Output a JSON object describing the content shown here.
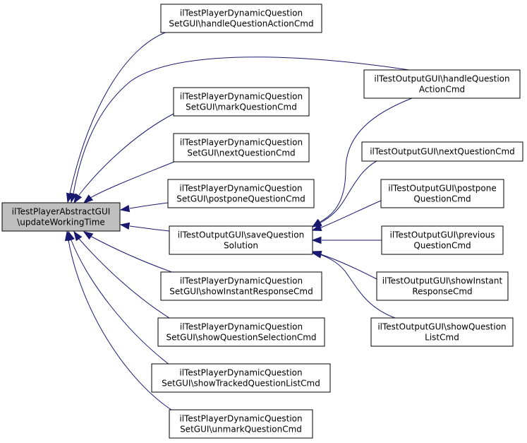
{
  "colors": {
    "edge": "#191970",
    "root_fill": "#bfbfbf",
    "node_fill": "#ffffff",
    "node_stroke": "#000000"
  },
  "nodes": [
    {
      "id": "root",
      "lines": [
        "ilTestPlayerAbstractGUI",
        "\\updateWorkingTime"
      ]
    },
    {
      "id": "dq_handleAction",
      "lines": [
        "ilTestPlayerDynamicQuestion",
        "SetGUI\\handleQuestionActionCmd"
      ]
    },
    {
      "id": "dq_mark",
      "lines": [
        "ilTestPlayerDynamicQuestion",
        "SetGUI\\markQuestionCmd"
      ]
    },
    {
      "id": "dq_next",
      "lines": [
        "ilTestPlayerDynamicQuestion",
        "SetGUI\\nextQuestionCmd"
      ]
    },
    {
      "id": "dq_postpone",
      "lines": [
        "ilTestPlayerDynamicQuestion",
        "SetGUI\\postponeQuestionCmd"
      ]
    },
    {
      "id": "out_save",
      "lines": [
        "ilTestOutputGUI\\saveQuestion",
        "Solution"
      ]
    },
    {
      "id": "dq_showInstant",
      "lines": [
        "ilTestPlayerDynamicQuestion",
        "SetGUI\\showInstantResponseCmd"
      ]
    },
    {
      "id": "dq_showSelection",
      "lines": [
        "ilTestPlayerDynamicQuestion",
        "SetGUI\\showQuestionSelectionCmd"
      ]
    },
    {
      "id": "dq_showTracked",
      "lines": [
        "ilTestPlayerDynamicQuestion",
        "SetGUI\\showTrackedQuestionListCmd"
      ]
    },
    {
      "id": "dq_unmark",
      "lines": [
        "ilTestPlayerDynamicQuestion",
        "SetGUI\\unmarkQuestionCmd"
      ]
    },
    {
      "id": "out_handleAction",
      "lines": [
        "ilTestOutputGUI\\handleQuestion",
        "ActionCmd"
      ]
    },
    {
      "id": "out_next",
      "lines": [
        "ilTestOutputGUI\\nextQuestionCmd"
      ]
    },
    {
      "id": "out_postpone",
      "lines": [
        "ilTestOutputGUI\\postpone",
        "QuestionCmd"
      ]
    },
    {
      "id": "out_previous",
      "lines": [
        "ilTestOutputGUI\\previous",
        "QuestionCmd"
      ]
    },
    {
      "id": "out_showInstant",
      "lines": [
        "ilTestOutputGUI\\showInstant",
        "ResponseCmd"
      ]
    },
    {
      "id": "out_showList",
      "lines": [
        "ilTestOutputGUI\\showQuestion",
        "ListCmd"
      ]
    }
  ],
  "edges": [
    {
      "from": "dq_handleAction",
      "to": "root"
    },
    {
      "from": "out_handleAction",
      "to": "root"
    },
    {
      "from": "dq_mark",
      "to": "root"
    },
    {
      "from": "dq_next",
      "to": "root"
    },
    {
      "from": "dq_postpone",
      "to": "root"
    },
    {
      "from": "out_save",
      "to": "root"
    },
    {
      "from": "dq_showInstant",
      "to": "root"
    },
    {
      "from": "dq_showSelection",
      "to": "root"
    },
    {
      "from": "dq_showTracked",
      "to": "root"
    },
    {
      "from": "dq_unmark",
      "to": "root"
    },
    {
      "from": "out_handleAction",
      "to": "out_save"
    },
    {
      "from": "out_next",
      "to": "out_save"
    },
    {
      "from": "out_postpone",
      "to": "out_save"
    },
    {
      "from": "out_previous",
      "to": "out_save"
    },
    {
      "from": "out_showInstant",
      "to": "out_save"
    },
    {
      "from": "out_showList",
      "to": "out_save"
    }
  ]
}
